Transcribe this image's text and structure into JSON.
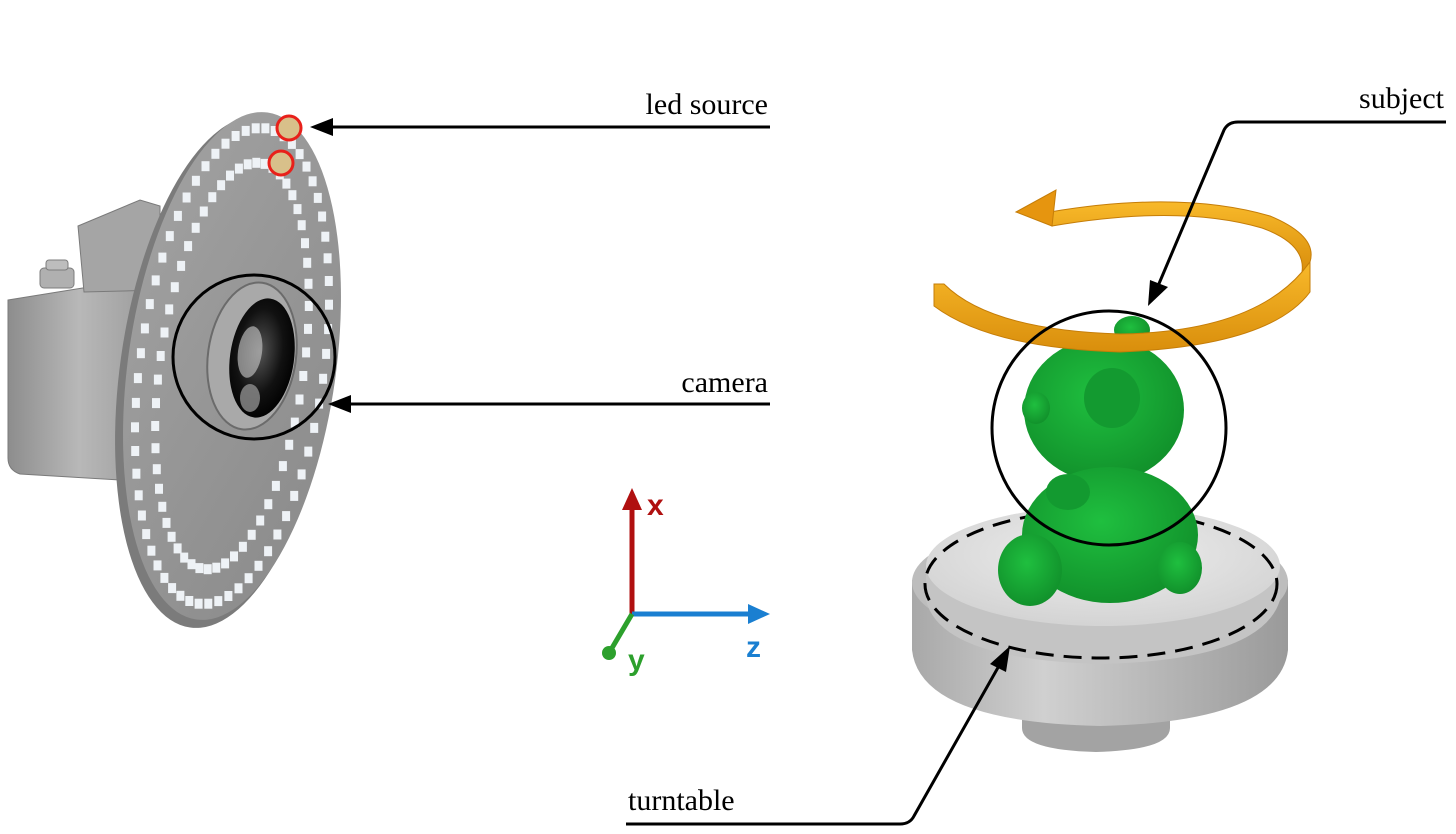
{
  "labels": {
    "led_source": "led source",
    "camera": "camera",
    "subject": "subject",
    "turntable": "turntable"
  },
  "axes": {
    "x": "x",
    "y": "y",
    "z": "z"
  },
  "colors": {
    "axis_x": "#b01010",
    "axis_y": "#2ca02c",
    "axis_z": "#1a7fd1",
    "subject": "#16a034",
    "rotation_arrow": "#f2a81d",
    "led_highlight": "#e8201a",
    "device_gray": "#9a9a9a",
    "turntable_gray": "#d4d4d4"
  }
}
